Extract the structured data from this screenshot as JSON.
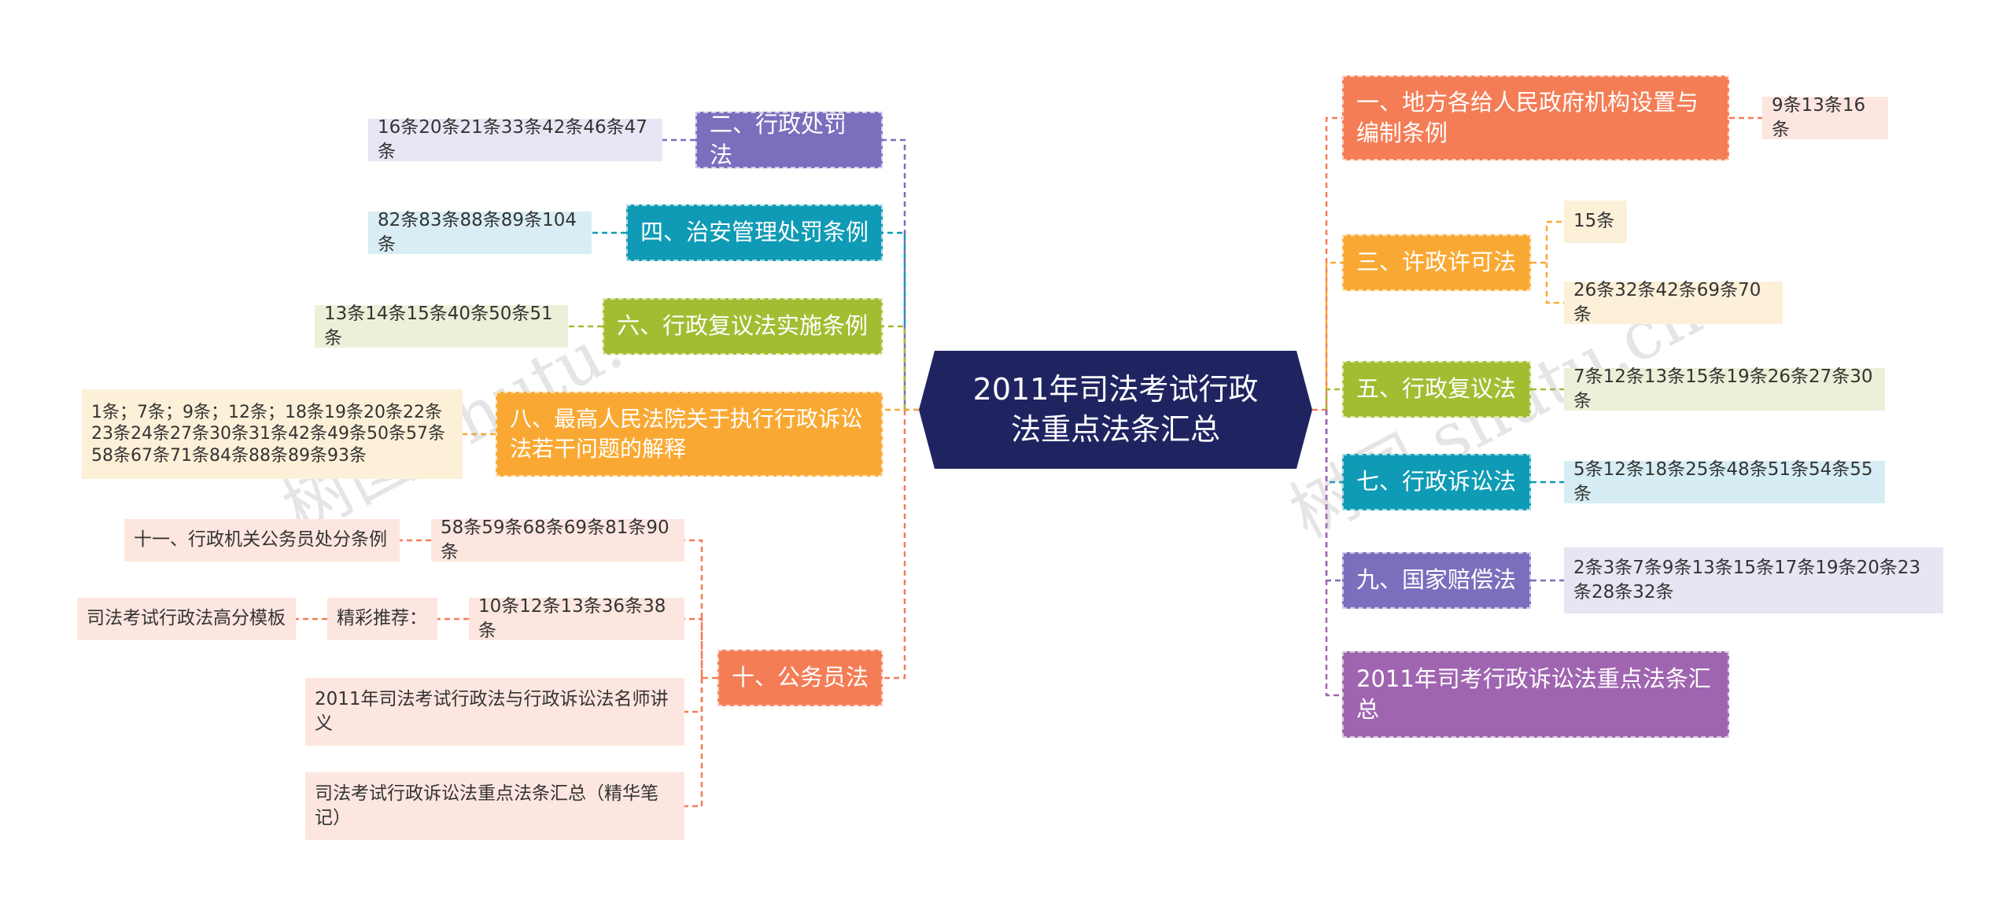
{
  "center": {
    "title": "2011年司法考试行政法重点法条汇总"
  },
  "colors": {
    "center": "#1f2461",
    "purple": "#7a6fbd",
    "teal": "#0f9bb5",
    "green": "#a3bd33",
    "orange": "#f9a933",
    "salmon": "#f47d56",
    "violet": "#a065b0"
  },
  "left": {
    "b2": {
      "label": "二、行政处罚法",
      "leaf": "16条20条21条33条42条46条47条"
    },
    "b4": {
      "label": "四、治安管理处罚条例",
      "leaf": "82条83条88条89条104条"
    },
    "b6": {
      "label": "六、行政复议法实施条例",
      "leaf": "13条14条15条40条50条51条"
    },
    "b8": {
      "label": "八、最高人民法院关于执行行政诉讼法若干问题的解释",
      "leaf": "1条；7条；9条；12条；18条19条20条22条23条24条27条30条31条42条49条50条57条58条67条71条84条88条89条93条"
    },
    "b10": {
      "label": "十、公务员法",
      "leaf1": "58条59条68条69条81条90条",
      "leaf1_parent": "十一、行政机关公务员处分条例",
      "leaf2": "10条12条13条36条38条",
      "leaf2_parent": "精彩推荐：",
      "leaf2_grandparent": "司法考试行政法高分模板",
      "leaf3": "2011年司法考试行政法与行政诉讼法名师讲义",
      "leaf4": "司法考试行政诉讼法重点法条汇总（精华笔记）"
    }
  },
  "right": {
    "b1": {
      "label": "一、地方各给人民政府机构设置与编制条例",
      "leaf": "9条13条16条"
    },
    "b3": {
      "label": "三、许政许可法",
      "leaf1": "15条",
      "leaf2": "26条32条42条69条70条"
    },
    "b5": {
      "label": "五、行政复议法",
      "leaf": "7条12条13条15条19条26条27条30条"
    },
    "b7": {
      "label": "七、行政诉讼法",
      "leaf": "5条12条18条25条48条51条54条55条"
    },
    "b9": {
      "label": "九、国家赔偿法",
      "leaf": "2条3条7条9条13条15条17条19条20条23条28条32条"
    },
    "b11": {
      "label": "2011年司考行政诉讼法重点法条汇总"
    }
  },
  "watermarks": [
    "树图 shutu.cn",
    "树图 shutu.cn"
  ]
}
